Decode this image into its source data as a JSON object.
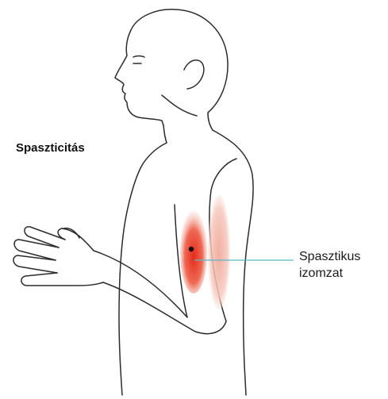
{
  "diagram": {
    "title": "Spaszticitás",
    "callout": {
      "line1": "Spasztikus",
      "line2": "izomzat"
    }
  },
  "colors": {
    "outline": "#2b2b2b",
    "muscle_primary": "#e8412c",
    "muscle_secondary": "#f2a594",
    "callout_line": "#5ab9c9",
    "marker": "#111111"
  },
  "icons": [
    "human-figure-illustration",
    "spastic-muscle-highlight"
  ]
}
